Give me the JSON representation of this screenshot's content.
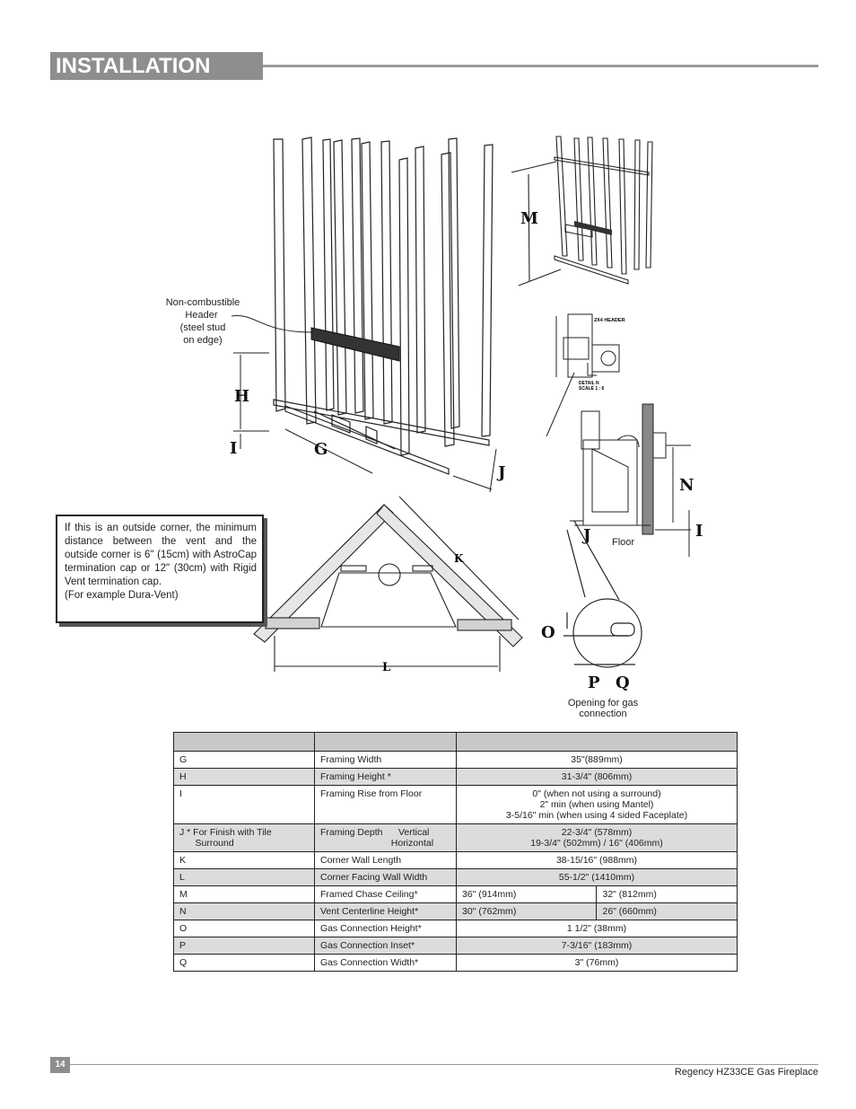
{
  "header": {
    "title": "INSTALLATION"
  },
  "figure": {
    "header_note": "Non-combustible\nHeader\n(steel stud\non edge)",
    "letters": {
      "g": "G",
      "h": "H",
      "i": "I",
      "j": "J",
      "k": "K",
      "l": "L",
      "m": "M",
      "n": "N",
      "o": "O",
      "p": "P",
      "q": "Q"
    },
    "detail_header": "2X4 HEADER",
    "detail_label": "DETAIL N",
    "detail_scale": "SCALE 1 : 6",
    "floor_label": "Floor",
    "gas_caption": "Opening for gas\nconnection"
  },
  "note_box": {
    "text": "If this is an outside corner, the minimum distance between the vent and the outside corner is 6\" (15cm) with AstroCap termination cap or 12\" (30cm) with Rigid Vent termination cap.\n(For example Dura-Vent)"
  },
  "table": {
    "rows": [
      {
        "key": "G",
        "desc": "Framing Width",
        "value": "35\"(889mm)"
      },
      {
        "key": "H",
        "desc": "Framing Height *",
        "value": "31-3/4\" (806mm)"
      },
      {
        "key": "I",
        "desc": "Framing Rise from Floor",
        "value": "0\" (when not using a surround)\n2\" min (when using Mantel)\n3-5/16\" min (when using 4 sided Faceplate)"
      },
      {
        "key": "J * For Finish with Tile\n      Surround",
        "desc": "Framing Depth      Vertical\n                           Horizontal",
        "value": "22-3/4\" (578mm)\n19-3/4\" (502mm)          / 16\" (406mm)"
      },
      {
        "key": "K",
        "desc": "Corner Wall Length",
        "value": "38-15/16\" (988mm)"
      },
      {
        "key": "L",
        "desc": "Corner Facing Wall Width",
        "value": "55-1/2\" (1410mm)"
      },
      {
        "key": "M",
        "desc": "Framed Chase Ceiling*",
        "value_a": "36\" (914mm)",
        "value_b": "32\" (812mm)"
      },
      {
        "key": "N",
        "desc": "Vent Centerline Height*",
        "value_a": "30\" (762mm)",
        "value_b": "26\" (660mm)"
      },
      {
        "key": "O",
        "desc": "Gas Connection Height*",
        "value": "1 1/2\" (38mm)"
      },
      {
        "key": "P",
        "desc": "Gas Connection Inset*",
        "value": "7-3/16\" (183mm)"
      },
      {
        "key": "Q",
        "desc": "Gas Connection Width*",
        "value": "3\" (76mm)"
      }
    ]
  },
  "footer": {
    "page_number": "14",
    "product": "Regency HZ33CE Gas Fireplace"
  }
}
